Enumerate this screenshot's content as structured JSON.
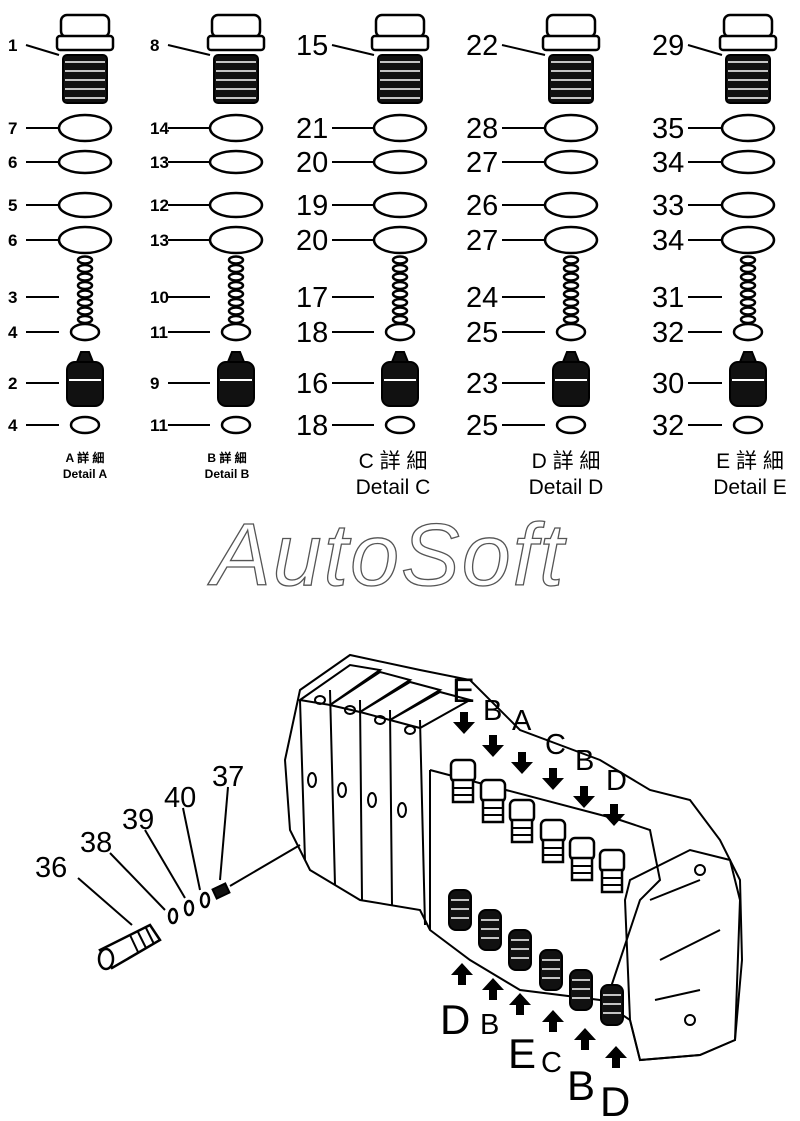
{
  "watermark": "AutoSoft",
  "details": [
    {
      "caption_cn": "A 詳 細",
      "caption_en": "Detail A",
      "labels": [
        "1",
        "7",
        "6",
        "5",
        "6",
        "3",
        "4",
        "2",
        "4"
      ]
    },
    {
      "caption_cn": "B 詳 細",
      "caption_en": "Detail B",
      "labels": [
        "8",
        "14",
        "13",
        "12",
        "13",
        "10",
        "11",
        "9",
        "11"
      ]
    },
    {
      "caption_cn": "C 詳 細",
      "caption_en": "Detail C",
      "labels": [
        "15",
        "21",
        "20",
        "19",
        "20",
        "17",
        "18",
        "16",
        "18"
      ]
    },
    {
      "caption_cn": "D 詳 細",
      "caption_en": "Detail D",
      "labels": [
        "22",
        "28",
        "27",
        "26",
        "27",
        "24",
        "25",
        "23",
        "25"
      ]
    },
    {
      "caption_cn": "E 詳 細",
      "caption_en": "Detail E",
      "labels": [
        "29",
        "35",
        "34",
        "33",
        "34",
        "31",
        "32",
        "30",
        "32"
      ]
    }
  ],
  "assembly": {
    "part_labels": [
      "36",
      "38",
      "39",
      "40",
      "37"
    ],
    "top_letters": [
      "E",
      "B",
      "A",
      "C",
      "B",
      "D"
    ],
    "bottom_letters": [
      "D",
      "B",
      "E",
      "C",
      "B",
      "D"
    ]
  }
}
